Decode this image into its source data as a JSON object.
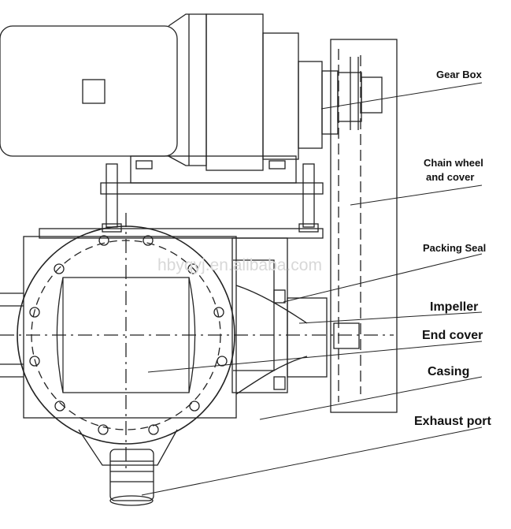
{
  "diagram": {
    "watermark": "hbyqyj.en.alibaba.com",
    "labels": {
      "gear_box": "Gear Box",
      "chain_wheel_line1": "Chain wheel",
      "chain_wheel_line2": "and cover",
      "packing_seal": "Packing Seal",
      "impeller": "Impeller",
      "end_cover": "End cover",
      "casing": "Casing",
      "exhaust_port": "Exhaust port"
    }
  }
}
